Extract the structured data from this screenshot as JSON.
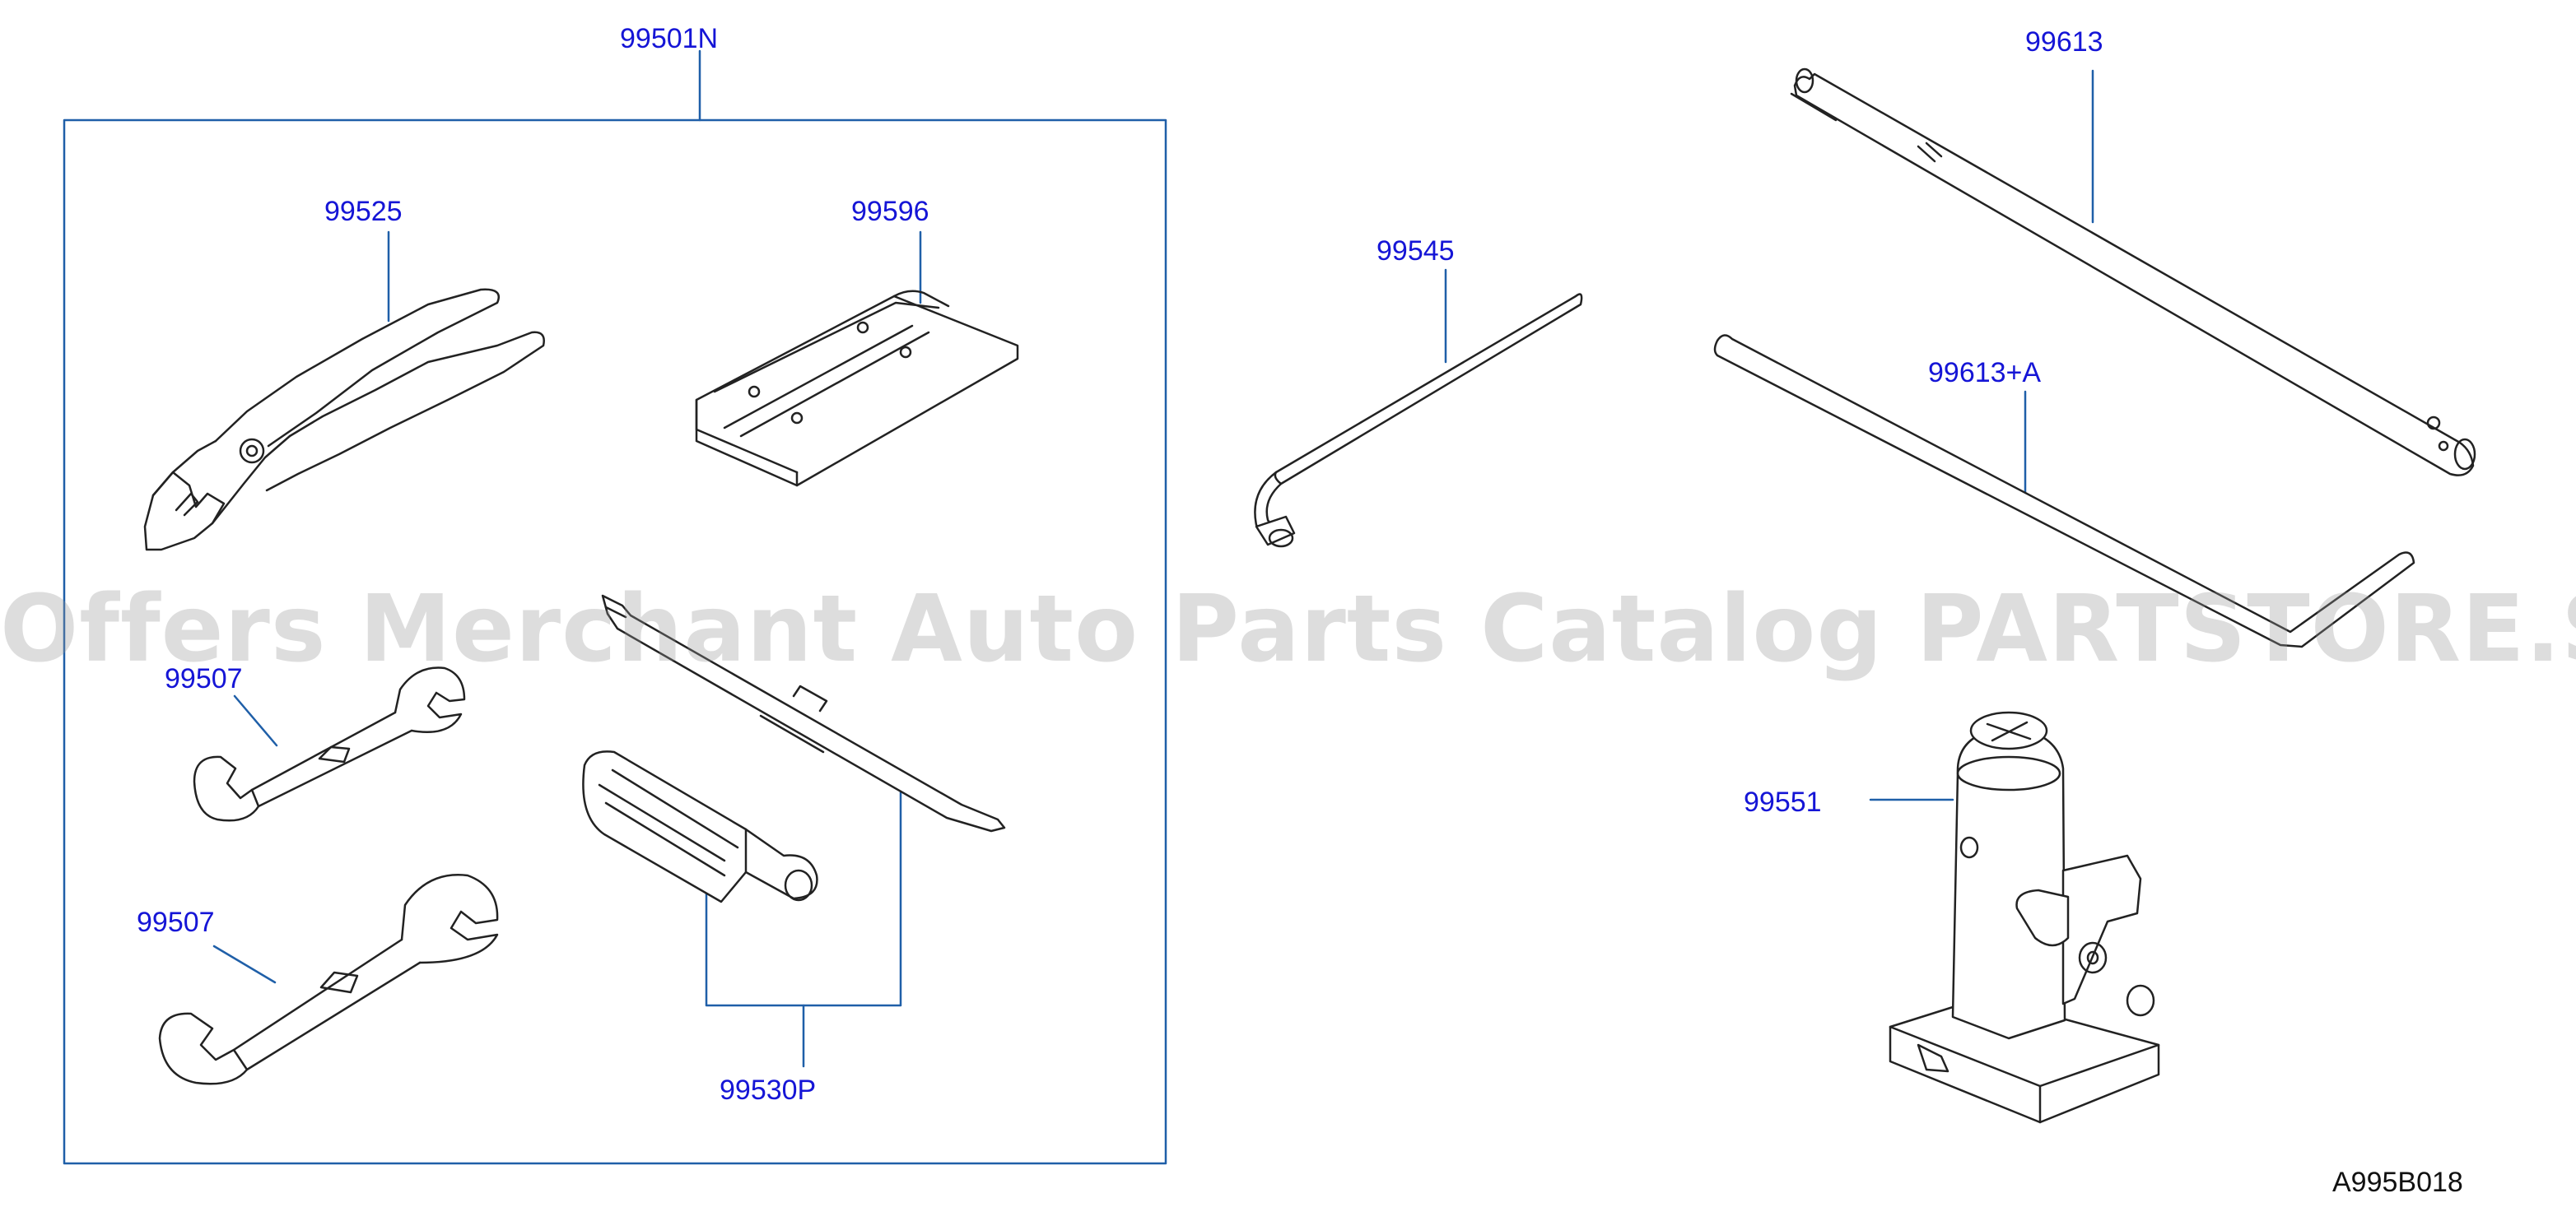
{
  "callouts": {
    "kit": "99501N",
    "pliers": "99525",
    "plate": "99596",
    "wrench_small": "99507",
    "wrench_large": "99507",
    "screwdriver": "99530P",
    "wheel_wrench": "99545",
    "jack_rod": "99613",
    "jack_handle": "99613+A",
    "jack": "99551"
  },
  "reference_code": "A995B018",
  "watermark": "Offers Merchant Auto Parts Catalog PARTSTORE.SA",
  "colors": {
    "callout_text": "#1515d6",
    "leader_line": "#1f5fa8",
    "drawing_line": "#222222",
    "watermark": "#969696"
  }
}
